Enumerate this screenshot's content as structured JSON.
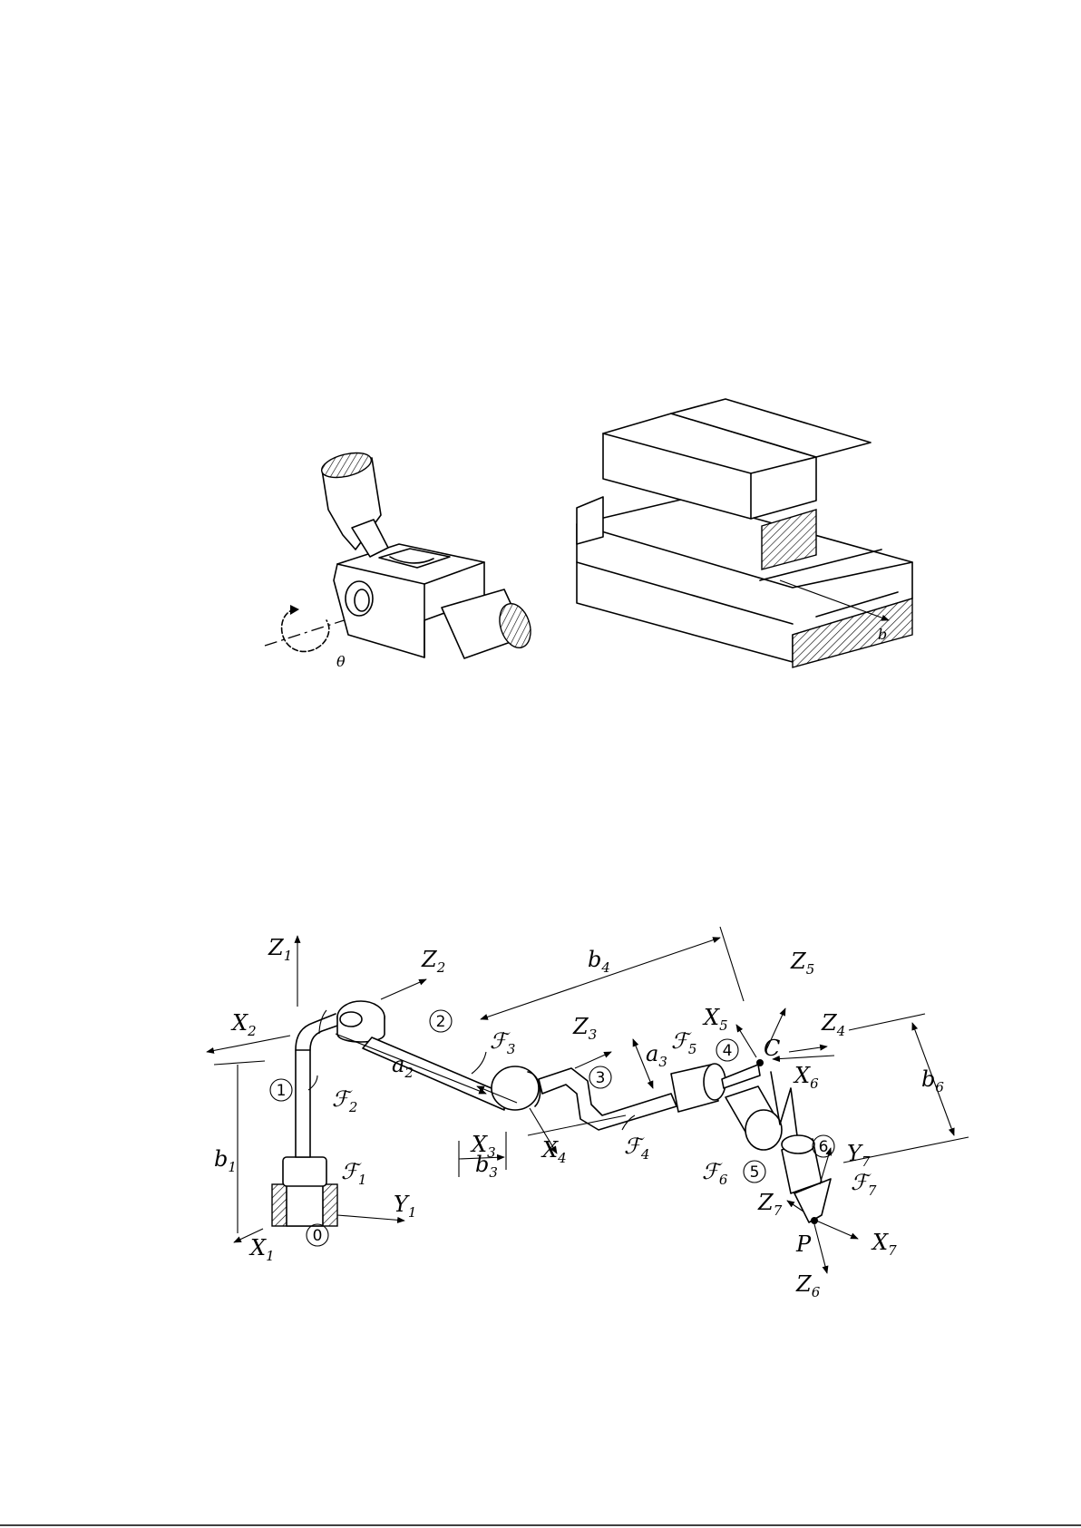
{
  "figure_joints": {
    "revolute_label": "θ",
    "prismatic_label": "b"
  },
  "figure_robot": {
    "labels": {
      "Z1": "Z",
      "Z1s": "1",
      "Z2": "Z",
      "Z2s": "2",
      "Z3": "Z",
      "Z3s": "3",
      "Z4": "Z",
      "Z4s": "4",
      "Z5": "Z",
      "Z5s": "5",
      "Z6": "Z",
      "Z6s": "6",
      "Z7": "Z",
      "Z7s": "7",
      "X1": "X",
      "X1s": "1",
      "X2": "X",
      "X2s": "2",
      "X3": "X",
      "X3s": "3",
      "X4": "X",
      "X4s": "4",
      "X5": "X",
      "X5s": "5",
      "X6": "X",
      "X6s": "6",
      "X7": "X",
      "X7s": "7",
      "Y1": "Y",
      "Y1s": "1",
      "Y7": "Y",
      "Y7s": "7",
      "F1": "ℱ",
      "F1s": "1",
      "F2": "ℱ",
      "F2s": "2",
      "F3": "ℱ",
      "F3s": "3",
      "F4": "ℱ",
      "F4s": "4",
      "F5": "ℱ",
      "F5s": "5",
      "F6": "ℱ",
      "F6s": "6",
      "F7": "ℱ",
      "F7s": "7",
      "a2": "a",
      "a2s": "2",
      "a3": "a",
      "a3s": "3",
      "b1": "b",
      "b1s": "1",
      "b3": "b",
      "b3s": "3",
      "b4": "b",
      "b4s": "4",
      "b6": "b",
      "b6s": "6",
      "C": "C",
      "P": "P"
    },
    "link_numbers": [
      "0",
      "1",
      "2",
      "3",
      "4",
      "5",
      "6"
    ]
  }
}
